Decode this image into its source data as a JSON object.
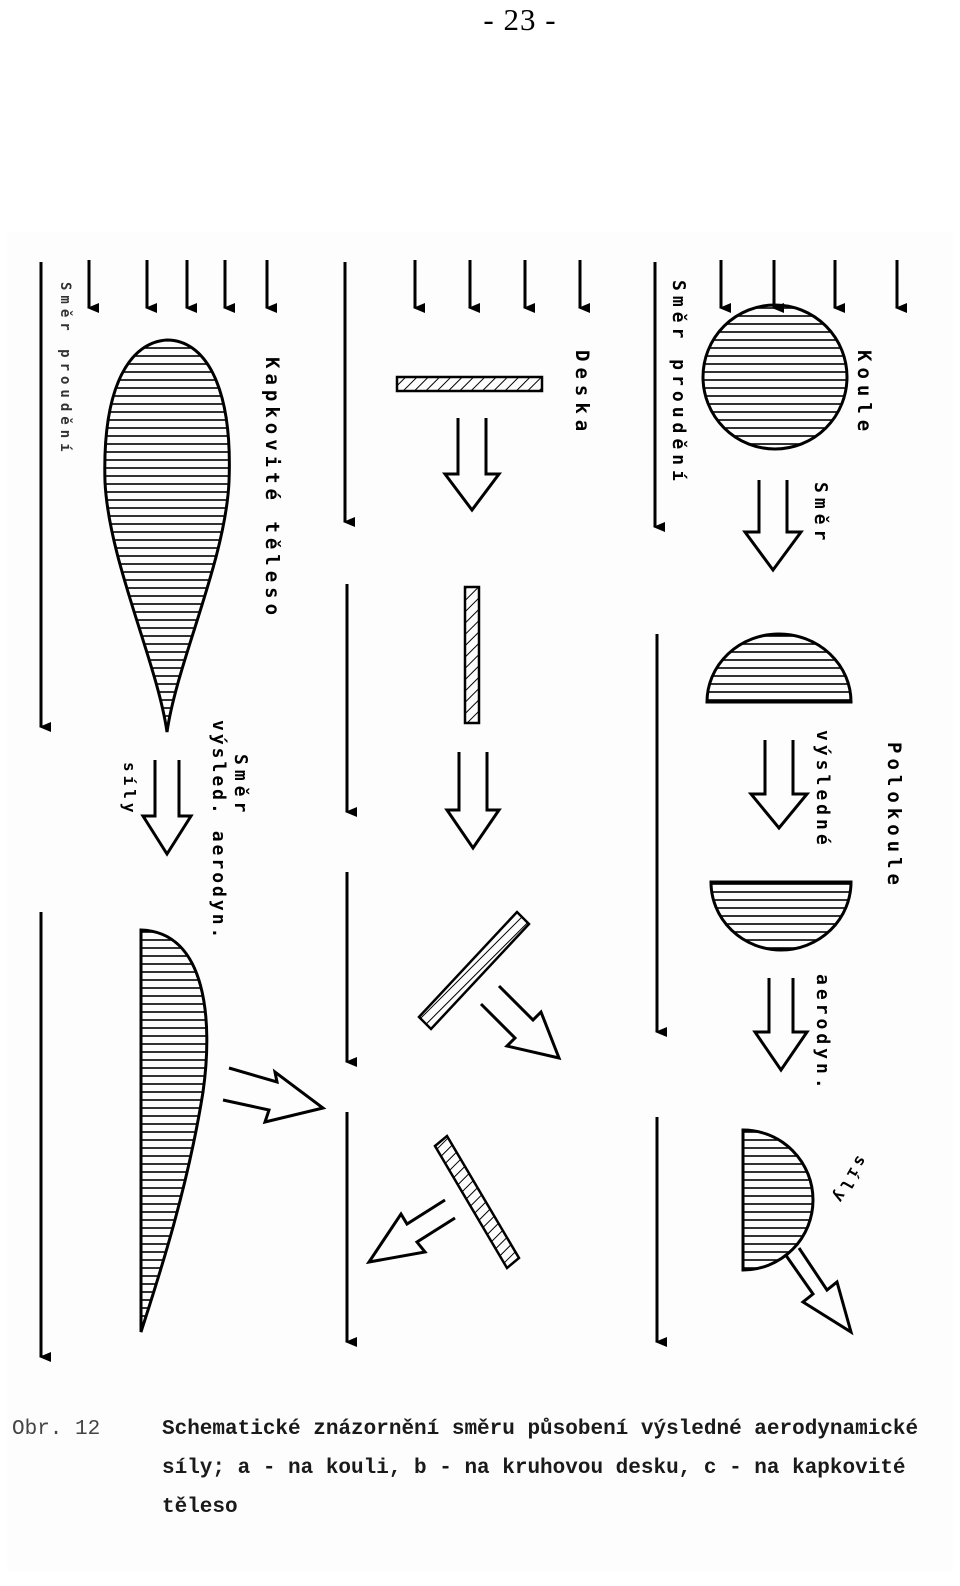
{
  "page": {
    "number": "- 23 -"
  },
  "figure": {
    "labels": {
      "sphere": "Koule",
      "hemisphere": "Polokoule",
      "plate": "Deska",
      "teardrop": "Kapkovité těleso",
      "flow_direction": "Směr proudění",
      "flow_direction_lower": "Směr proudění",
      "force_word_1": "Směr",
      "force_word_2": "výsledné",
      "force_word_3": "aerodyn.",
      "force_word_4": "síly",
      "resultant_direction_1": "Směr",
      "resultant_direction_2": "výsled. aerodyn.",
      "resultant_direction_3": "síly"
    }
  },
  "caption": {
    "label": "Obr. 12",
    "text": "Schematické znázornění směru působení výsledné aerodynamické síly; a - na kouli, b - na kruhovou desku, c - na kapkovité těleso"
  }
}
